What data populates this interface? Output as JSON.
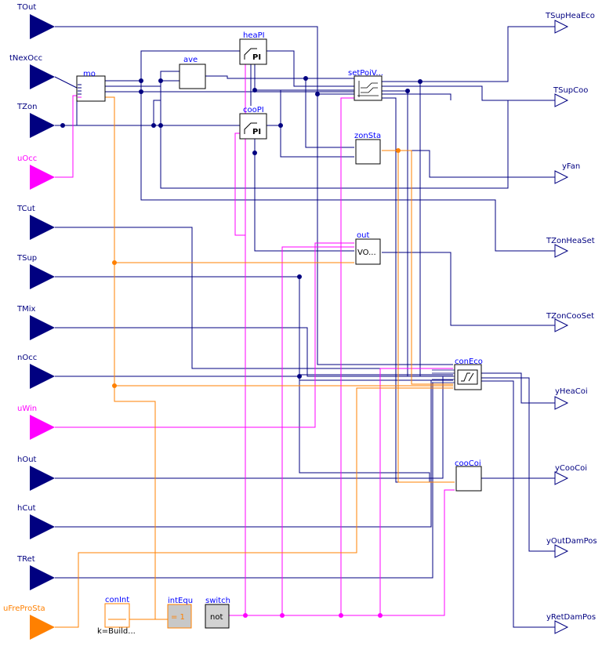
{
  "colors": {
    "real": "#000080",
    "boolean": "#ff00ff",
    "integer": "#ff8000",
    "block_label": "#0000ff",
    "block_fill": "#ffffff",
    "gray_block": "#c8c8c8"
  },
  "inputs": {
    "TOut": "TOut",
    "tNexOcc": "tNexOcc",
    "TZon": "TZon",
    "uOcc": "uOcc",
    "TCut": "TCut",
    "TSup": "TSup",
    "TMix": "TMix",
    "nOcc": "nOcc",
    "uWin": "uWin",
    "hOut": "hOut",
    "hCut": "hCut",
    "TRet": "TRet",
    "uFreProSta": "uFreProSta"
  },
  "outputs": {
    "TSupHeaEco": "TSupHeaEco",
    "TSupCoo": "TSupCoo",
    "yFan": "yFan",
    "TZonHeaSet": "TZonHeaSet",
    "TZonCooSet": "TZonCooSet",
    "yHeaCoi": "yHeaCoi",
    "yCooCoi": "yCooCoi",
    "yOutDamPos": "yOutDamPos",
    "yRetDamPos": "yRetDamPos"
  },
  "blocks": {
    "mo": "mo",
    "ave": "ave",
    "heaPI": "heaPI",
    "heaPI_inner": "PI",
    "cooPI": "cooPI",
    "cooPI_inner": "PI",
    "setPoiVAV": "setPoiV...",
    "zonSta": "zonSta",
    "out": "out",
    "out_inner": "VO...",
    "conEco": "conEco",
    "cooCoi": "cooCoi",
    "conInt": "conInt",
    "conInt_param": "k=Build...",
    "intEqu": "intEqu",
    "intEqu_inner": "= 1",
    "switch": "switch",
    "switch_inner": "not"
  }
}
